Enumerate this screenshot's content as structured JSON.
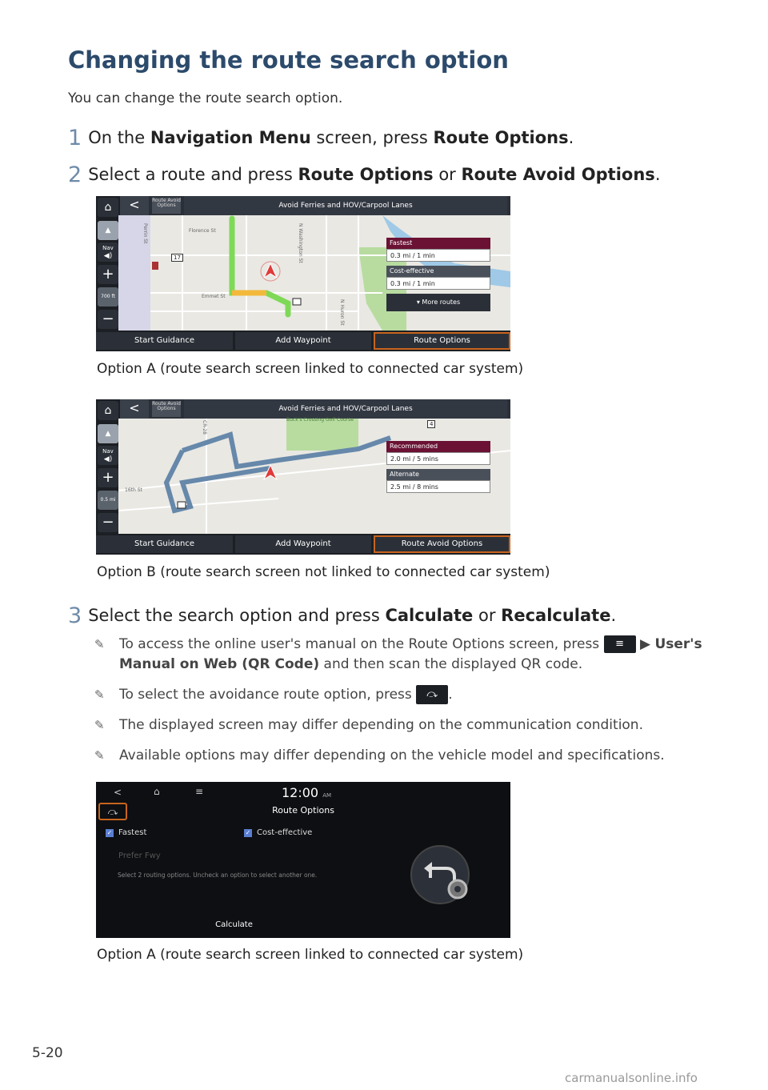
{
  "heading": "Changing the route search option",
  "intro": "You can change the route search option.",
  "steps": [
    {
      "num": "1",
      "pre": "On the ",
      "b1": "Navigation Menu",
      "mid": " screen, press ",
      "b2": "Route Options",
      "post": "."
    },
    {
      "num": "2",
      "pre": "Select a route and press ",
      "b1": "Route Options",
      "mid": " or ",
      "b2": "Route Avoid Options",
      "post": "."
    },
    {
      "num": "3",
      "pre": "Select the search option and press ",
      "b1": "Calculate",
      "mid": " or ",
      "b2": "Recalculate",
      "post": "."
    }
  ],
  "screen_a": {
    "back": "<",
    "avoid_tag": "Route Avoid Options",
    "top_title": "Avoid Ferries and HOV/Carpool Lanes",
    "rail": {
      "home": "⌂",
      "nav": "Nav",
      "plus": "+",
      "scale": "700 ft",
      "minus": "−"
    },
    "streets": [
      "Florence St",
      "Perrin St",
      "N Washington St",
      "Emmet St",
      "N Huron St"
    ],
    "shield": "17",
    "routes": [
      {
        "name": "Fastest",
        "value": "0.3 mi / 1 min",
        "color": "#6b1234"
      },
      {
        "name": "Cost-effective",
        "value": "0.3 mi / 1 min",
        "color": "#4a505a"
      }
    ],
    "more": "▾ More routes",
    "buttons": [
      "Start Guidance",
      "Add Waypoint",
      "Route Options"
    ],
    "caption": "Option A (route search screen linked to connected car system)"
  },
  "screen_b": {
    "back": "<",
    "avoid_tag": "Route Avoid Options",
    "top_title": "Avoid Ferries and HOV/Carpool Lanes",
    "rail": {
      "home": "⌂",
      "nav": "Nav",
      "plus": "+",
      "scale": "0.5 mi",
      "minus": "−"
    },
    "streets": [
      "Buck's Crossing Golf Course",
      "CR-28",
      "16th St"
    ],
    "shield": "4",
    "routes": [
      {
        "name": "Recommended",
        "value": "2.0 mi / 5 mins",
        "color": "#6b1234"
      },
      {
        "name": "Alternate",
        "value": "2.5 mi / 8 mins",
        "color": "#4a505a"
      }
    ],
    "buttons": [
      "Start Guidance",
      "Add Waypoint",
      "Route Avoid Options"
    ],
    "caption": "Option B (route search screen not linked to connected car system)"
  },
  "notes": [
    {
      "pre": "To access the online user's manual on the Route Options screen, press ",
      "icon": "menu-icon",
      "arrow": "▶",
      "b": "User's Manual on Web (QR Code)",
      "post": " and then scan the displayed QR code."
    },
    {
      "pre": "To select the avoidance route option, press ",
      "icon": "avoid-route-icon",
      "post": "."
    },
    {
      "pre": "The displayed screen may differ depending on the communication condition."
    },
    {
      "pre": "Available options may differ depending on the vehicle model and specifications."
    }
  ],
  "screen_c": {
    "back": "<",
    "home": "⌂",
    "menu": "≡",
    "time": "12:00",
    "ampm": "AM",
    "title": "Route Options",
    "opt1": "Fastest",
    "opt2": "Cost-effective",
    "opt3": "Prefer Fwy",
    "hint": "Select 2 routing options. Uncheck an option to select another one.",
    "calc": "Calculate",
    "caption": "Option A (route search screen linked to connected car system)"
  },
  "page_number": "5-20",
  "watermark": "carmanualsonline.info"
}
